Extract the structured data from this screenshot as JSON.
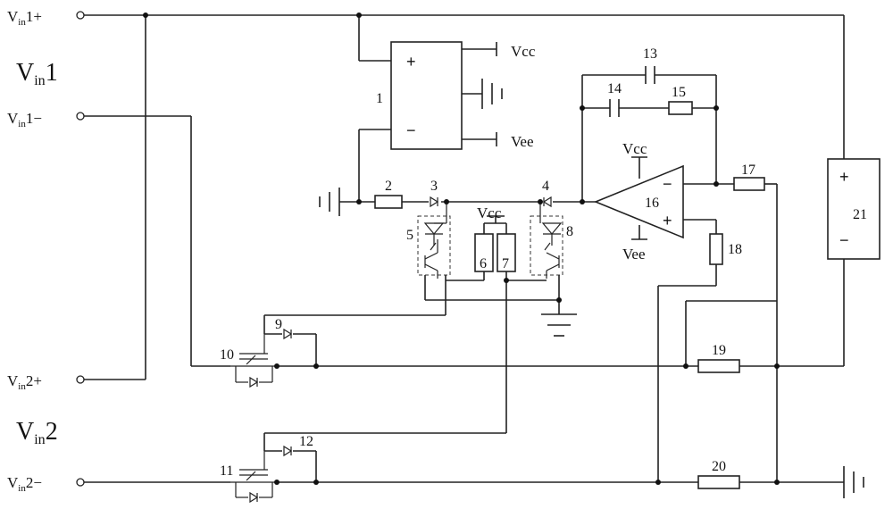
{
  "terminals": {
    "vin1_plus": {
      "main": "V",
      "sub": "in",
      "suffix": "1+"
    },
    "vin1_minus": {
      "main": "V",
      "sub": "in",
      "suffix": "1−"
    },
    "vin2_plus": {
      "main": "V",
      "sub": "in",
      "suffix": "2+"
    },
    "vin2_minus": {
      "main": "V",
      "sub": "in",
      "suffix": "2−"
    }
  },
  "group_labels": {
    "vin1": {
      "main": "V",
      "sub": "in",
      "suffix": "1"
    },
    "vin2": {
      "main": "V",
      "sub": "in",
      "suffix": "2"
    }
  },
  "supplies": {
    "vcc": "Vcc",
    "vee": "Vee"
  },
  "signs": {
    "plus": "+",
    "minus": "−"
  },
  "components": {
    "c1": "1",
    "c2": "2",
    "c3": "3",
    "c4": "4",
    "c5": "5",
    "c6": "6",
    "c7": "7",
    "c8": "8",
    "c9": "9",
    "c10": "10",
    "c11": "11",
    "c12": "12",
    "c13": "13",
    "c14": "14",
    "c15": "15",
    "c16": "16",
    "c17": "17",
    "c18": "18",
    "c19": "19",
    "c20": "20",
    "c21": "21"
  }
}
